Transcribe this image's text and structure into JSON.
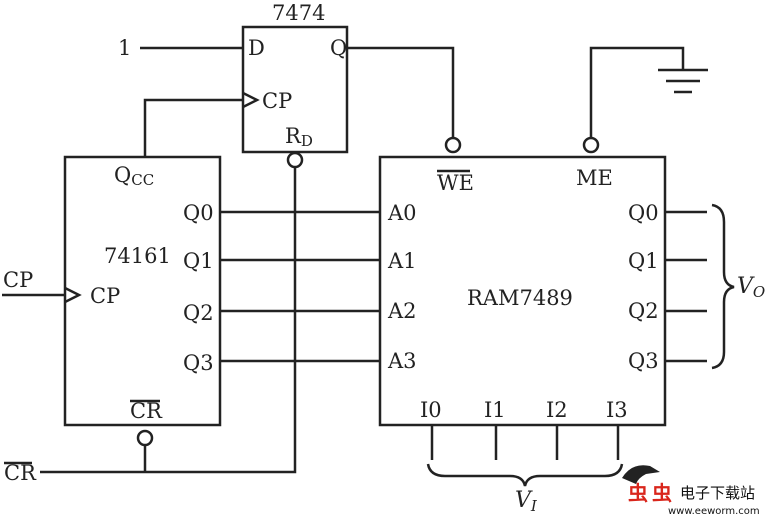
{
  "inputs": {
    "d_value": "1",
    "clock": "CP",
    "clear_main": "CR"
  },
  "flipflop_7474": {
    "part": "7474",
    "pin_d": "D",
    "pin_q": "Q",
    "pin_cp": "CP",
    "pin_rd_main": "R",
    "pin_rd_sub": "D"
  },
  "counter_74161": {
    "part": "74161",
    "pin_qcc_main": "Q",
    "pin_qcc_sub": "CC",
    "outputs": [
      "Q0",
      "Q1",
      "Q2",
      "Q3"
    ],
    "pin_cp": "CP",
    "pin_cr": "CR"
  },
  "ram_7489": {
    "part": "RAM7489",
    "pin_we": "WE",
    "pin_me": "ME",
    "address": [
      "A0",
      "A1",
      "A2",
      "A3"
    ],
    "outputs": [
      "Q0",
      "Q1",
      "Q2",
      "Q3"
    ],
    "data_in": [
      "I0",
      "I1",
      "I2",
      "I3"
    ]
  },
  "bus_labels": {
    "vo_main": "V",
    "vo_sub": "O",
    "vi_main": "V",
    "vi_sub": "I"
  },
  "watermark": {
    "brand_char1": "虫",
    "brand_char2": "虫",
    "brand_text": "电子下载站",
    "url": "www.eeworm.com",
    "brand_color": "#d9261c"
  }
}
